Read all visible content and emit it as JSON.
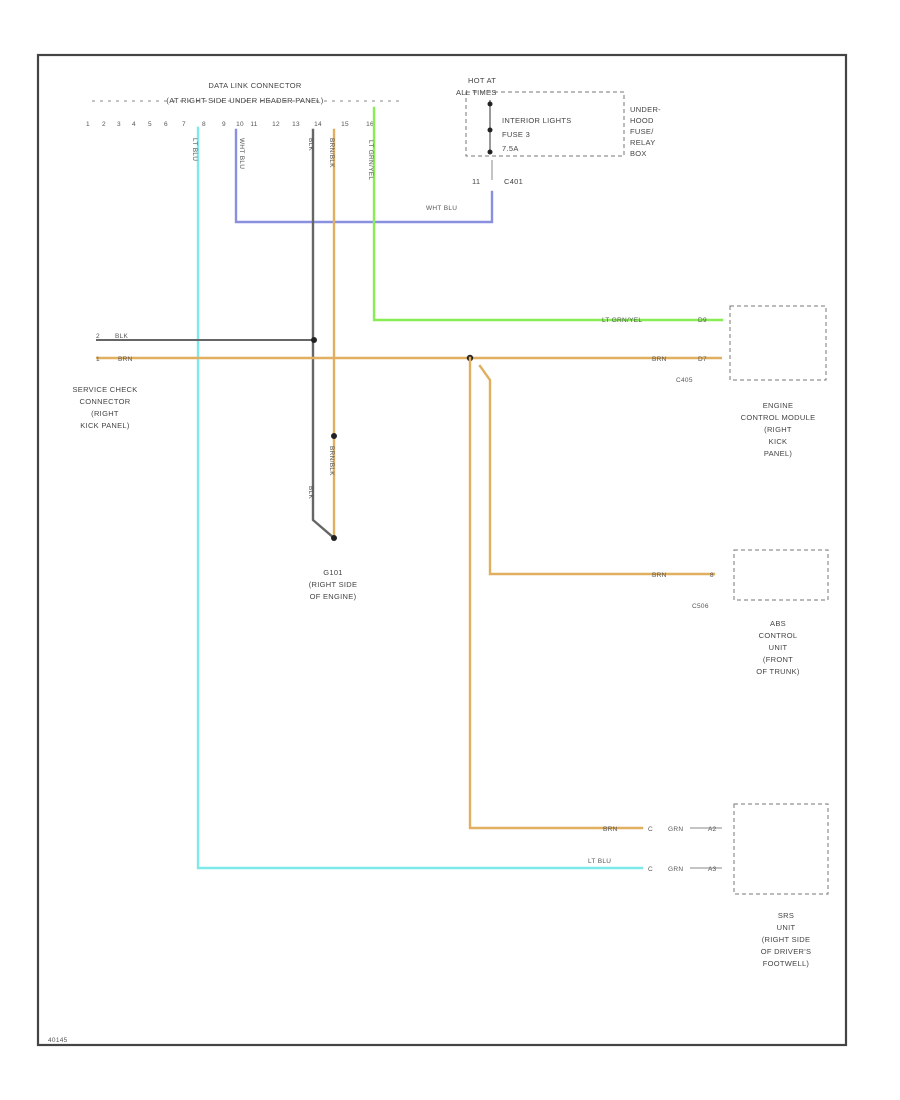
{
  "colors": {
    "frame": "#444444",
    "wire_tan": "#e0b060",
    "wire_cyan": "#7fe8e8",
    "wire_green": "#88ee55",
    "wire_blue": "#8a90e0",
    "wire_gray": "#666666",
    "text": "#444444"
  },
  "dlc": {
    "title": "DATA LINK CONNECTOR",
    "subtitle": "(AT RIGHT SIDE UNDER HEADER PANEL)",
    "pins": [
      "1",
      "2",
      "3",
      "4",
      "5",
      "6",
      "7",
      "8",
      "9",
      "10",
      "11",
      "12",
      "13",
      "14",
      "15",
      "16"
    ]
  },
  "hot_at": {
    "line1": "HOT AT",
    "line2": "ALL TIMES"
  },
  "fuse": {
    "name": "INTERIOR LIGHTS",
    "id": "FUSE 3",
    "rating": "7.5A"
  },
  "underhood_box": [
    "UNDER-",
    "HOOD",
    "FUSE/",
    "RELAY",
    "BOX"
  ],
  "connectors": {
    "c401_pin": "11",
    "c401": "C401",
    "c405": "C405",
    "c506": "C506"
  },
  "wires": {
    "lt_blu": "LT BLU",
    "wht_blu": "WHT BLU",
    "blk": "BLK",
    "brn_blk": "BRN/BLK",
    "lt_grn_yel": "LT GRN/YEL",
    "brn": "BRN",
    "grn": "GRN"
  },
  "service_check": {
    "pin_blk": "2",
    "pin_brn": "1",
    "label": [
      "SERVICE CHECK",
      "CONNECTOR",
      "(RIGHT",
      "KICK PANEL)"
    ]
  },
  "ecm": {
    "pin_grn": "D9",
    "pin_brn": "D7",
    "label": [
      "ENGINE",
      "CONTROL MODULE",
      "(RIGHT",
      "KICK",
      "PANEL)"
    ]
  },
  "ground": {
    "label": [
      "G101",
      "(RIGHT SIDE",
      "OF ENGINE)"
    ]
  },
  "abs": {
    "pin": "8",
    "label": [
      "ABS",
      "CONTROL",
      "UNIT",
      "(FRONT",
      "OF TRUNK)"
    ]
  },
  "srs": {
    "pin1": "C",
    "pin2": "C",
    "pin_a": "A2",
    "pin_b": "A3",
    "label": [
      "SRS",
      "UNIT",
      "(RIGHT SIDE",
      "OF DRIVER'S",
      "FOOTWELL)"
    ]
  },
  "footer_code": "40145"
}
